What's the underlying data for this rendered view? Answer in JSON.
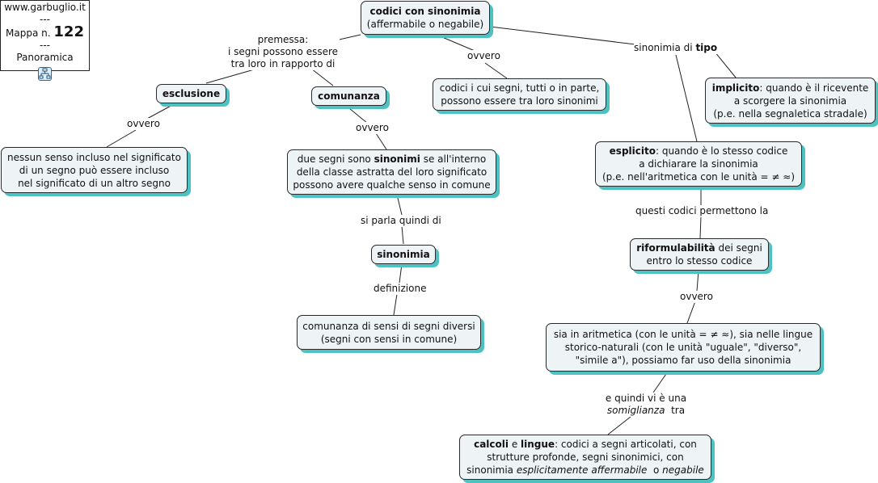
{
  "info": {
    "site": "www.garbuglio.it",
    "sep1": "---",
    "map_prefix": "Mappa n.",
    "map_number": "122",
    "sep2": "---",
    "view": "Panoramica",
    "icon": "concept-map-icon"
  },
  "nodes": {
    "root": {
      "title": "codici con sinonimia",
      "sub": "(affermabile o negabile)"
    },
    "esclusione": {
      "title": "esclusione"
    },
    "comunanza": {
      "title": "comunanza"
    },
    "codici_segni": {
      "l1": "codici i cui segni, tutti o in parte,",
      "l2": "possono essere tra loro sinonimi"
    },
    "implicito": {
      "bold": "implicito",
      "rest": ": quando è il ricevente",
      "l2": "a scorgere la sinonimia",
      "l3": "(p.e. nella segnaletica stradale)"
    },
    "nessun_senso": {
      "l1": "nessun senso incluso nel significato",
      "l2": "di un segno può essere incluso",
      "l3": "nel significato di un altro segno"
    },
    "due_segni": {
      "pre": "due segni sono ",
      "bold": "sinonimi",
      "post": " se all'interno",
      "l2": "della classe astratta del loro significato",
      "l3": "possono avere qualche senso in comune"
    },
    "esplicito": {
      "bold": "esplicito",
      "rest": ": quando è lo stesso codice",
      "l2": "a dichiarare la sinonimia",
      "l3": "(p.e. nell'aritmetica con le unità = ≠ ≈)"
    },
    "sinonimia": {
      "title": "sinonimia"
    },
    "riformulabilita": {
      "bold": "riformulabilità",
      "rest": " dei segni",
      "l2": "entro lo stesso codice"
    },
    "comunanza_sensi": {
      "l1": "comunanza di sensi di segni diversi",
      "l2": "(segni con sensi in comune)"
    },
    "aritmetica": {
      "l1": "sia in aritmetica (con le unità = ≠ ≈), sia nelle lingue",
      "l2": "storico-naturali (con le unità \"uguale\", \"diverso\",",
      "l3": "\"simile a\"), possiamo far uso della sinonimia"
    },
    "calcoli": {
      "b1": "calcoli",
      "m1": " e ",
      "b2": "lingue",
      "r1": ": codici a segni articolati, con",
      "l2": "strutture profonde, segni sinonimici, con",
      "l3pre": "sinonimia ",
      "l3it1": "esplicitamente affermabile",
      "l3mid": "  o ",
      "l3it2": "negabile"
    }
  },
  "labels": {
    "premessa": {
      "l1": "premessa:",
      "l2": "i segni possono essere",
      "l3": "tra loro in rapporto di"
    },
    "ovvero_root": "ovvero",
    "sinonimia_tipo": {
      "pre": "sinonimia di ",
      "bold": "tipo"
    },
    "ovvero_escl": "ovvero",
    "ovvero_comun": "ovvero",
    "si_parla": "si parla quindi di",
    "definizione": "definizione",
    "questi_codici": "questi codici permettono la",
    "ovvero_rif": "ovvero",
    "e_quindi": {
      "l1": "e quindi vi è una",
      "it": "somiglianza",
      "post": "  tra"
    }
  },
  "colors": {
    "node_bg": "#eef3f6",
    "shadow": "#4ec2c2",
    "border": "#2a2a2a",
    "line": "#222222"
  }
}
